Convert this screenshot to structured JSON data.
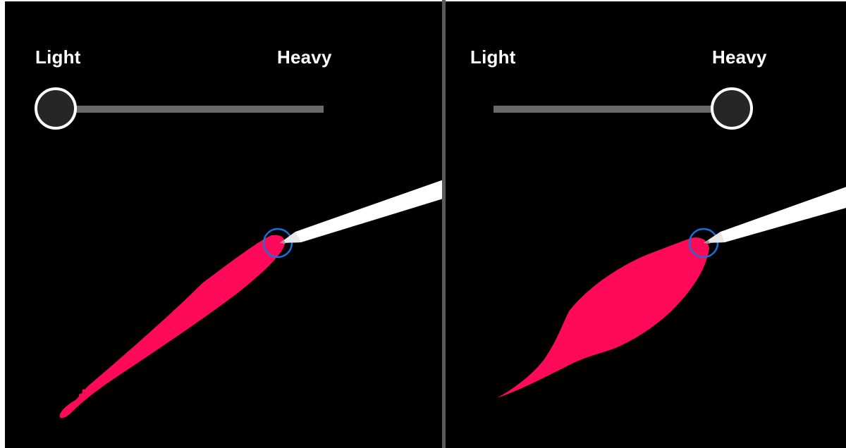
{
  "panels": [
    {
      "id": "light",
      "slider": {
        "min_label": "Light",
        "max_label": "Heavy",
        "pressure": 0.0
      }
    },
    {
      "id": "heavy",
      "slider": {
        "min_label": "Light",
        "max_label": "Heavy",
        "pressure": 1.0
      }
    }
  ],
  "colors": {
    "background": "#000000",
    "stroke": "#ff0a5a",
    "cursor_ring": "#1a6fd8",
    "track": "#6a6a6a",
    "knob_fill": "#262626",
    "knob_border": "#ffffff",
    "stylus": "#ffffff",
    "divider": "#5a5a5a"
  },
  "icons": {
    "stylus": "apple-pencil-icon",
    "cursor": "brush-cursor-ring-icon"
  }
}
